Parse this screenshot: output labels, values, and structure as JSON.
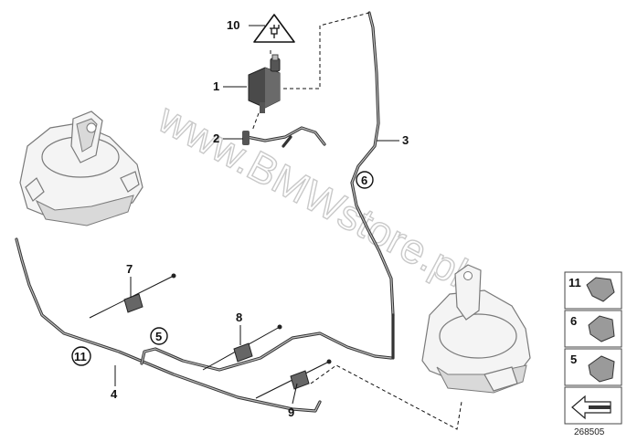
{
  "diagram": {
    "watermark": "www.BMWstore.pl",
    "reference_number": "268505",
    "callouts": {
      "c1": "1",
      "c2": "2",
      "c3": "3",
      "c4": "4",
      "c6": "6",
      "c7": "7",
      "c8": "8",
      "c9": "9",
      "c10": "10",
      "circ_6": "6",
      "circ_5": "5",
      "circ_11": "11"
    },
    "legend": {
      "items": [
        "11",
        "6",
        "5"
      ]
    },
    "icons": [
      "electrical-connector-warning-icon",
      "clip-icon",
      "arrow-icon"
    ]
  }
}
